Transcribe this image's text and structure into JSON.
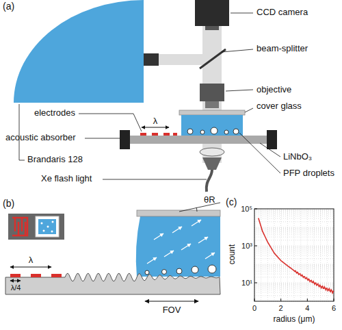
{
  "diagram": {
    "labels": [
      "(a)",
      "CCD camera",
      "beam-splitter",
      "objective",
      "cover glass",
      "Brandaris 128",
      "electrodes",
      "λ",
      "acoustic absorber",
      "LiNbO₃",
      "PFP droplets",
      "Xe flash light",
      "(b)",
      "θR",
      "λ",
      "λ/4",
      "FOV",
      "(c)",
      "10⁵",
      "10³",
      "10¹",
      "count",
      "0",
      "2",
      "4",
      "6",
      "radius (μm)"
    ]
  }
}
